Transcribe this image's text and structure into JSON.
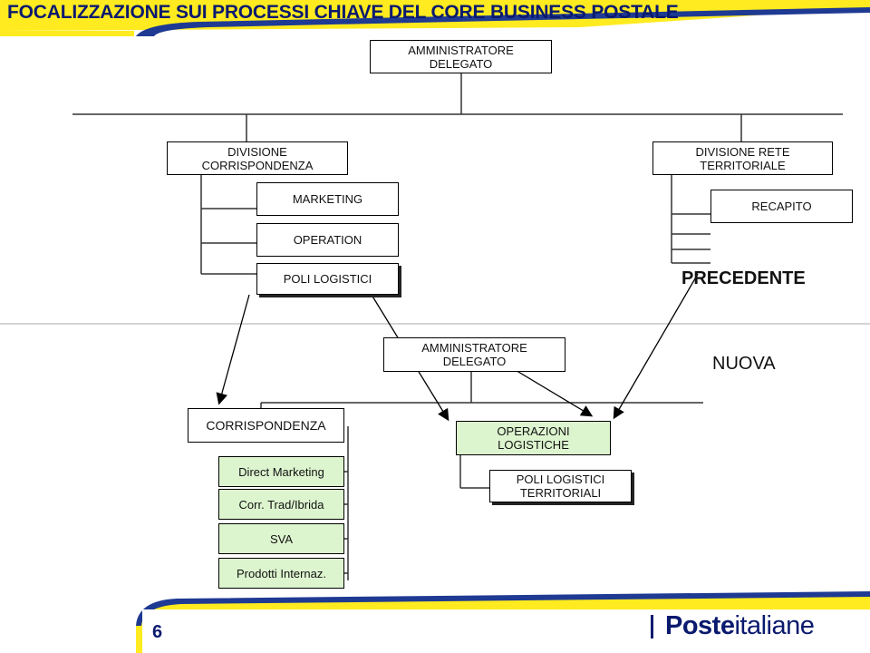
{
  "title": "FOCALIZZAZIONE SUI PROCESSI CHIAVE DEL CORE BUSINESS POSTALE",
  "precedente": {
    "ad": "AMMINISTRATORE\nDELEGATO",
    "div_corr": "DIVISIONE\nCORRISPONDENZA",
    "div_rete": "DIVISIONE RETE\nTERRITORIALE",
    "marketing": "MARKETING",
    "operation": "OPERATION",
    "poli": "POLI LOGISTICI",
    "recapito": "RECAPITO",
    "label": "PRECEDENTE"
  },
  "nuova": {
    "ad": "AMMINISTRATORE\nDELEGATO",
    "label": "NUOVA",
    "corrispondenza": "CORRISPONDENZA",
    "direct_marketing": "Direct Marketing",
    "corr_trad": "Corr. Trad/Ibrida",
    "sva": "SVA",
    "prodotti": "Prodotti Internaz.",
    "operazioni": "OPERAZIONI\nLOGISTICHE",
    "poli_terr": "POLI LOGISTICI\nTERRITORIALI"
  },
  "footer": {
    "page": "6",
    "logo_bold": "Poste",
    "logo_regular": "italiane"
  },
  "colors": {
    "navy": "#0a1a6e",
    "yellow": "#ffeb1f",
    "green_fill": "#ddf5cf",
    "blue_band": "#1f3a93"
  }
}
